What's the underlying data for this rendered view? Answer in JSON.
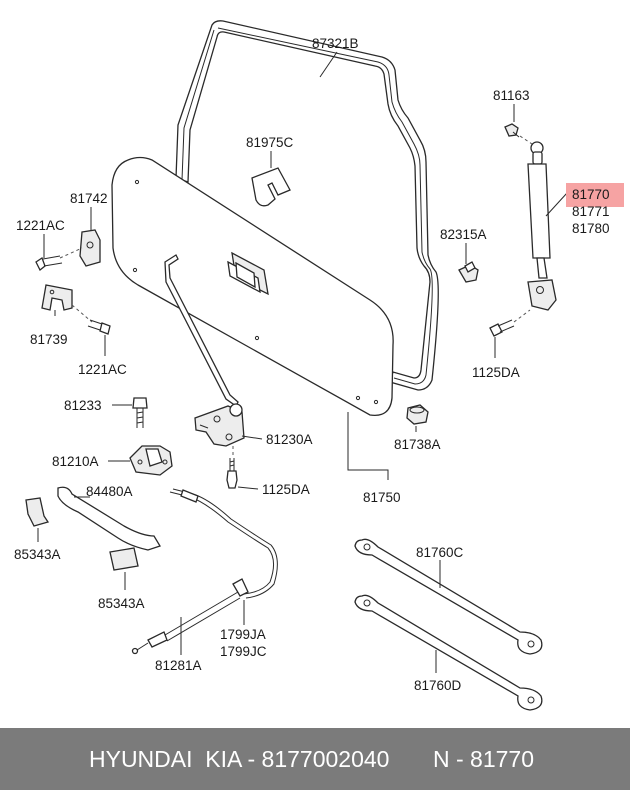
{
  "labels": {
    "l87321B": "87321B",
    "l81163": "81163",
    "l81975C": "81975C",
    "l81770": "81770",
    "l81771": "81771",
    "l81780": "81780",
    "l81742": "81742",
    "l1221AC_top": "1221AC",
    "l82315A": "82315A",
    "l81739": "81739",
    "l1221AC_bottom": "1221AC",
    "l1125DA_right": "1125DA",
    "l81233": "81233",
    "l81230A": "81230A",
    "l81738A": "81738A",
    "l81210A": "81210A",
    "l1125DA_mid": "1125DA",
    "l84480A": "84480A",
    "l81750": "81750",
    "l85343A_left": "85343A",
    "l81760C": "81760C",
    "l85343A_bottom": "85343A",
    "l1799JA": "1799JA",
    "l1799JC": "1799JC",
    "l81281A": "81281A",
    "l81760D": "81760D"
  },
  "highlight": {
    "color": "#f6a3a3"
  },
  "footer": {
    "brand": "HYUNDAI  KIA - 8177002040",
    "ref": "N - 81770"
  }
}
